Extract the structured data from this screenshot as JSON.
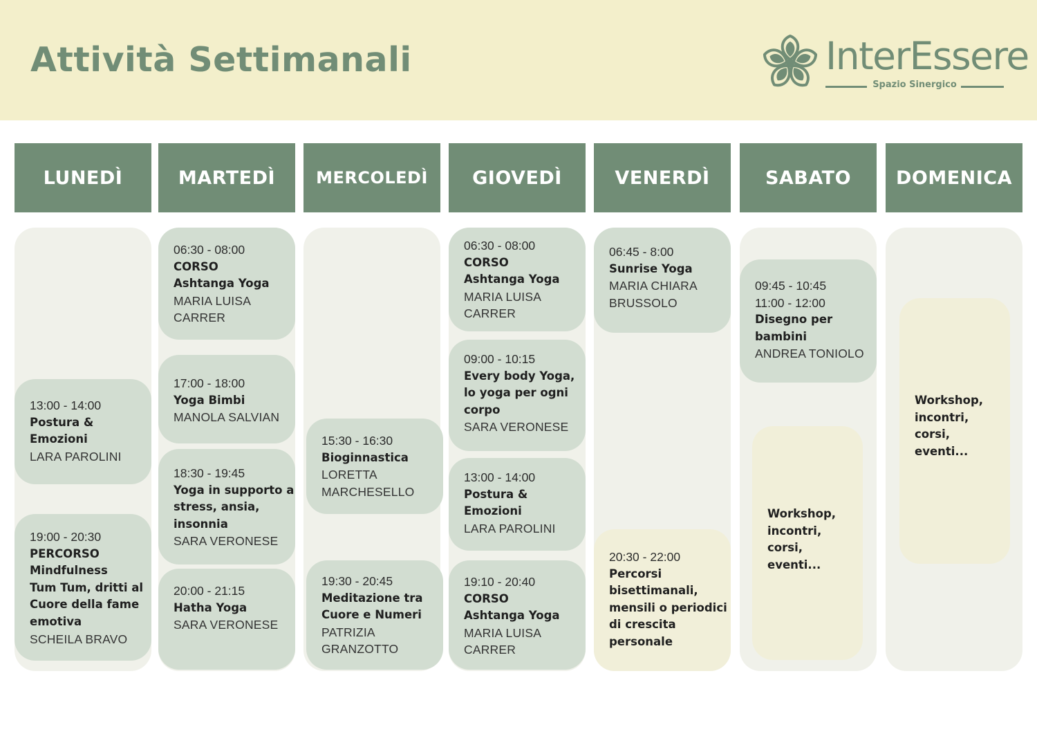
{
  "header": {
    "title": "Attività Settimanali",
    "logo_name": "InterEssere",
    "logo_tagline": "Spazio Sinergico",
    "colors": {
      "banner": "#f3efcb",
      "accent": "#718d76",
      "card": "#d2ddd1",
      "card_cream": "#f1efd9",
      "column": "#f0f1ea"
    }
  },
  "days": [
    {
      "name": "LUNEDÌ",
      "activities": [
        {
          "lines": [
            {
              "t": "13:00 - 14:00",
              "s": "t"
            },
            {
              "t": "Postura &",
              "s": "b"
            },
            {
              "t": "Emozioni",
              "s": "b"
            },
            {
              "t": "LARA PAROLINI",
              "s": "p"
            }
          ]
        },
        {
          "lines": [
            {
              "t": "19:00 - 20:30",
              "s": "t"
            },
            {
              "t": "PERCORSO",
              "s": "b"
            },
            {
              "t": "Mindfulness",
              "s": "b"
            },
            {
              "t": "Tum Tum, dritti al",
              "s": "b"
            },
            {
              "t": "Cuore della fame",
              "s": "b"
            },
            {
              "t": "emotiva",
              "s": "b"
            },
            {
              "t": "SCHEILA BRAVO",
              "s": "p"
            }
          ]
        }
      ]
    },
    {
      "name": "MARTEDÌ",
      "activities": [
        {
          "lines": [
            {
              "t": "06:30 - 08:00",
              "s": "t"
            },
            {
              "t": "CORSO",
              "s": "b"
            },
            {
              "t": "Ashtanga Yoga",
              "s": "b"
            },
            {
              "t": "MARIA LUISA",
              "s": "p"
            },
            {
              "t": "CARRER",
              "s": "p"
            }
          ]
        },
        {
          "lines": [
            {
              "t": "17:00 - 18:00",
              "s": "t"
            },
            {
              "t": "Yoga Bimbi",
              "s": "b"
            },
            {
              "t": "MANOLA SALVIAN",
              "s": "p"
            }
          ]
        },
        {
          "lines": [
            {
              "t": "18:30 - 19:45",
              "s": "t"
            },
            {
              "t": "Yoga in supporto a",
              "s": "b"
            },
            {
              "t": "stress, ansia,",
              "s": "b"
            },
            {
              "t": "insonnia",
              "s": "b"
            },
            {
              "t": "SARA VERONESE",
              "s": "p"
            }
          ]
        },
        {
          "lines": [
            {
              "t": "20:00 - 21:15",
              "s": "t"
            },
            {
              "t": "Hatha Yoga",
              "s": "b"
            },
            {
              "t": "SARA VERONESE",
              "s": "p"
            }
          ]
        }
      ]
    },
    {
      "name": "MERCOLEDÌ",
      "activities": [
        {
          "lines": [
            {
              "t": "15:30 - 16:30",
              "s": "t"
            },
            {
              "t": "Bioginnastica",
              "s": "b"
            },
            {
              "t": "LORETTA",
              "s": "p"
            },
            {
              "t": "MARCHESELLO",
              "s": "p"
            }
          ]
        },
        {
          "lines": [
            {
              "t": "19:30 - 20:45",
              "s": "t"
            },
            {
              "t": "Meditazione tra",
              "s": "b"
            },
            {
              "t": "Cuore e Numeri",
              "s": "b"
            },
            {
              "t": "PATRIZIA",
              "s": "p"
            },
            {
              "t": "GRANZOTTO",
              "s": "p"
            }
          ]
        }
      ]
    },
    {
      "name": "GIOVEDÌ",
      "activities": [
        {
          "lines": [
            {
              "t": "06:30 - 08:00",
              "s": "t"
            },
            {
              "t": "CORSO",
              "s": "b"
            },
            {
              "t": "Ashtanga Yoga",
              "s": "b"
            },
            {
              "t": "MARIA LUISA",
              "s": "p"
            },
            {
              "t": "CARRER",
              "s": "p"
            }
          ]
        },
        {
          "lines": [
            {
              "t": "09:00 - 10:15",
              "s": "t"
            },
            {
              "t": "Every body Yoga,",
              "s": "b"
            },
            {
              "t": "lo yoga per ogni",
              "s": "b"
            },
            {
              "t": "corpo",
              "s": "b"
            },
            {
              "t": "SARA VERONESE",
              "s": "p"
            }
          ]
        },
        {
          "lines": [
            {
              "t": "13:00 - 14:00",
              "s": "t"
            },
            {
              "t": "Postura &",
              "s": "b"
            },
            {
              "t": "Emozioni",
              "s": "b"
            },
            {
              "t": "LARA PAROLINI",
              "s": "p"
            }
          ]
        },
        {
          "lines": [
            {
              "t": "19:10 - 20:40",
              "s": "t"
            },
            {
              "t": "CORSO",
              "s": "b"
            },
            {
              "t": "Ashtanga Yoga",
              "s": "b"
            },
            {
              "t": "MARIA LUISA",
              "s": "p"
            },
            {
              "t": "CARRER",
              "s": "p"
            }
          ]
        }
      ]
    },
    {
      "name": "VENERDÌ",
      "activities": [
        {
          "lines": [
            {
              "t": "06:45 - 8:00",
              "s": "t"
            },
            {
              "t": "Sunrise Yoga",
              "s": "b"
            },
            {
              "t": "MARIA CHIARA",
              "s": "p"
            },
            {
              "t": "BRUSSOLO",
              "s": "p"
            }
          ]
        },
        {
          "lines": [
            {
              "t": "20:30 - 22:00",
              "s": "t"
            },
            {
              "t": "Percorsi",
              "s": "b"
            },
            {
              "t": "bisettimanali,",
              "s": "b"
            },
            {
              "t": "mensili o periodici",
              "s": "b"
            },
            {
              "t": "di crescita",
              "s": "b"
            },
            {
              "t": "personale",
              "s": "b"
            }
          ]
        }
      ]
    },
    {
      "name": "SABATO",
      "activities": [
        {
          "lines": [
            {
              "t": "09:45 - 10:45",
              "s": "t"
            },
            {
              "t": "11:00 - 12:00",
              "s": "t"
            },
            {
              "t": "Disegno per",
              "s": "b"
            },
            {
              "t": "bambini",
              "s": "b"
            },
            {
              "t": "ANDREA TONIOLO",
              "s": "p"
            }
          ]
        },
        {
          "lines": [
            {
              "t": "Workshop,",
              "s": "b"
            },
            {
              "t": "incontri,",
              "s": "b"
            },
            {
              "t": "corsi,",
              "s": "b"
            },
            {
              "t": "eventi...",
              "s": "b"
            }
          ]
        }
      ]
    },
    {
      "name": "DOMENICA",
      "activities": [
        {
          "lines": [
            {
              "t": "Workshop,",
              "s": "b"
            },
            {
              "t": "incontri,",
              "s": "b"
            },
            {
              "t": "corsi,",
              "s": "b"
            },
            {
              "t": "eventi...",
              "s": "b"
            }
          ]
        }
      ]
    }
  ]
}
